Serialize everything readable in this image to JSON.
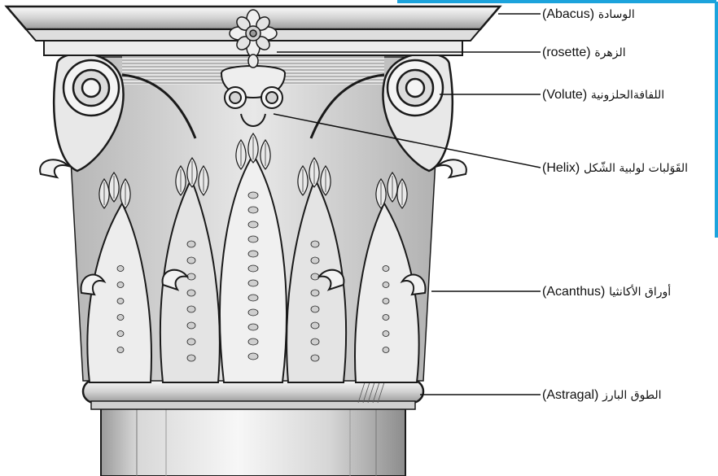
{
  "diagram": {
    "labels": [
      {
        "ar": "الوسادة",
        "en": "(Abacus)"
      },
      {
        "ar": "الزهرة",
        "en": "(rosette)"
      },
      {
        "ar": "اللفافةالحلزونية",
        "en": "(Volute)"
      },
      {
        "ar": "القَوَلبات لولبية الشّكل",
        "en": "(Helix)"
      },
      {
        "ar": "أوراق الأكانثيا",
        "en": "(Acanthus)"
      },
      {
        "ar": "الطوق البارز",
        "en": "(Astragal)"
      }
    ]
  },
  "colors": {
    "frame": "#1ca3dc",
    "ink": "#111111",
    "stone_light": "#f1f1f1",
    "stone_mid": "#c9c9c9",
    "stone_dark": "#8a8a8a"
  }
}
